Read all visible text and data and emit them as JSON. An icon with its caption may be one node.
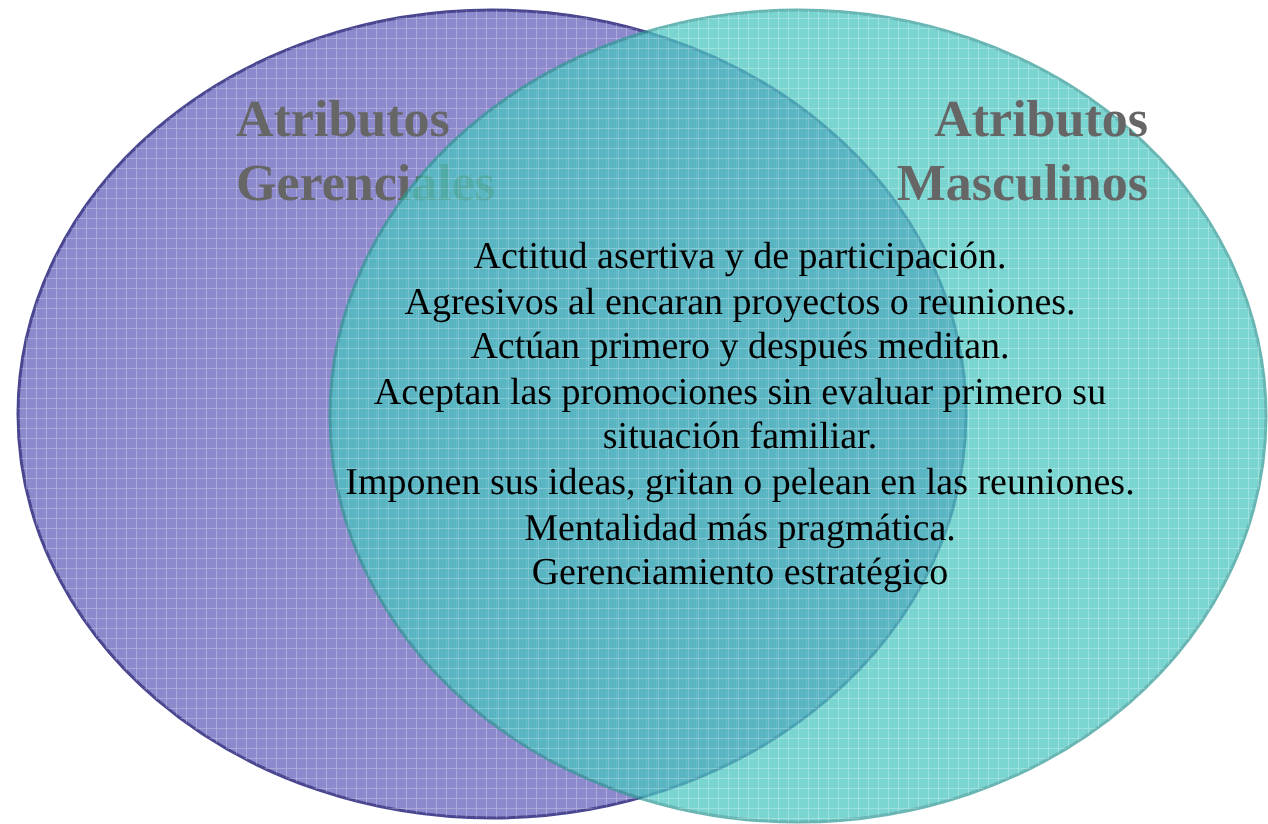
{
  "diagram": {
    "nodes": [
      {
        "text": [
          "Atributos Gerenciales"
        ]
      },
      {
        "text": [
          "Atributos Masculinos"
        ]
      }
    ],
    "labels": [
      "Actitud asertiva y de participación.",
      "Agresivos al encaran proyectos o reuniones.",
      "Actúan primero y después meditan.",
      "Aceptan las promociones sin evaluar primero su situación familiar.",
      "Imponen sus ideas, gritan o pelean en las reuniones.",
      "Mentalidad más pragmática.",
      "Gerenciamiento estratégico"
    ]
  }
}
